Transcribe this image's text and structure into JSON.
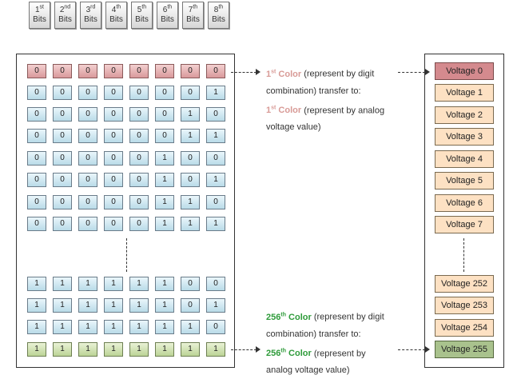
{
  "bit_headers": [
    {
      "num": "1",
      "sup": "st",
      "label": "Bits"
    },
    {
      "num": "2",
      "sup": "nd",
      "label": "Bits"
    },
    {
      "num": "3",
      "sup": "rd",
      "label": "Bits"
    },
    {
      "num": "4",
      "sup": "th",
      "label": "Bits"
    },
    {
      "num": "5",
      "sup": "th",
      "label": "Bits"
    },
    {
      "num": "6",
      "sup": "th",
      "label": "Bits"
    },
    {
      "num": "7",
      "sup": "th",
      "label": "Bits"
    },
    {
      "num": "8",
      "sup": "th",
      "label": "Bits"
    }
  ],
  "rows_top": [
    [
      "0",
      "0",
      "0",
      "0",
      "0",
      "0",
      "0",
      "0"
    ],
    [
      "0",
      "0",
      "0",
      "0",
      "0",
      "0",
      "0",
      "1"
    ],
    [
      "0",
      "0",
      "0",
      "0",
      "0",
      "0",
      "1",
      "0"
    ],
    [
      "0",
      "0",
      "0",
      "0",
      "0",
      "0",
      "1",
      "1"
    ],
    [
      "0",
      "0",
      "0",
      "0",
      "0",
      "1",
      "0",
      "0"
    ],
    [
      "0",
      "0",
      "0",
      "0",
      "0",
      "1",
      "0",
      "1"
    ],
    [
      "0",
      "0",
      "0",
      "0",
      "0",
      "1",
      "1",
      "0"
    ],
    [
      "0",
      "0",
      "0",
      "0",
      "0",
      "1",
      "1",
      "1"
    ]
  ],
  "rows_bottom": [
    [
      "1",
      "1",
      "1",
      "1",
      "1",
      "1",
      "0",
      "0"
    ],
    [
      "1",
      "1",
      "1",
      "1",
      "1",
      "1",
      "0",
      "1"
    ],
    [
      "1",
      "1",
      "1",
      "1",
      "1",
      "1",
      "1",
      "0"
    ],
    [
      "1",
      "1",
      "1",
      "1",
      "1",
      "1",
      "1",
      "1"
    ]
  ],
  "voltages_top": [
    "Voltage 0",
    "Voltage 1",
    "Voltage 2",
    "Voltage 3",
    "Voltage 4",
    "Voltage 5",
    "Voltage 6",
    "Voltage 7"
  ],
  "voltages_bottom": [
    "Voltage 252",
    "Voltage 253",
    "Voltage 254",
    "Voltage 255"
  ],
  "note_first": {
    "num": "1",
    "sup": "st",
    "color_word": "Color",
    "line1_rest": " (represent by digit",
    "line2": "combination) transfer to:",
    "line3_rest": " (represent by analog",
    "line4": "voltage value)"
  },
  "note_last": {
    "num": "256",
    "sup": "th",
    "color_word": "Color",
    "line1_rest": " (represent by digit",
    "line2": "combination) transfer to:",
    "line3_rest": " (represent by",
    "line4": "analog voltage value)"
  },
  "colors": {
    "first": "#d48a8e",
    "last": "#a9c28d",
    "label_first": "#d89a96",
    "label_last": "#2e9b3a"
  }
}
